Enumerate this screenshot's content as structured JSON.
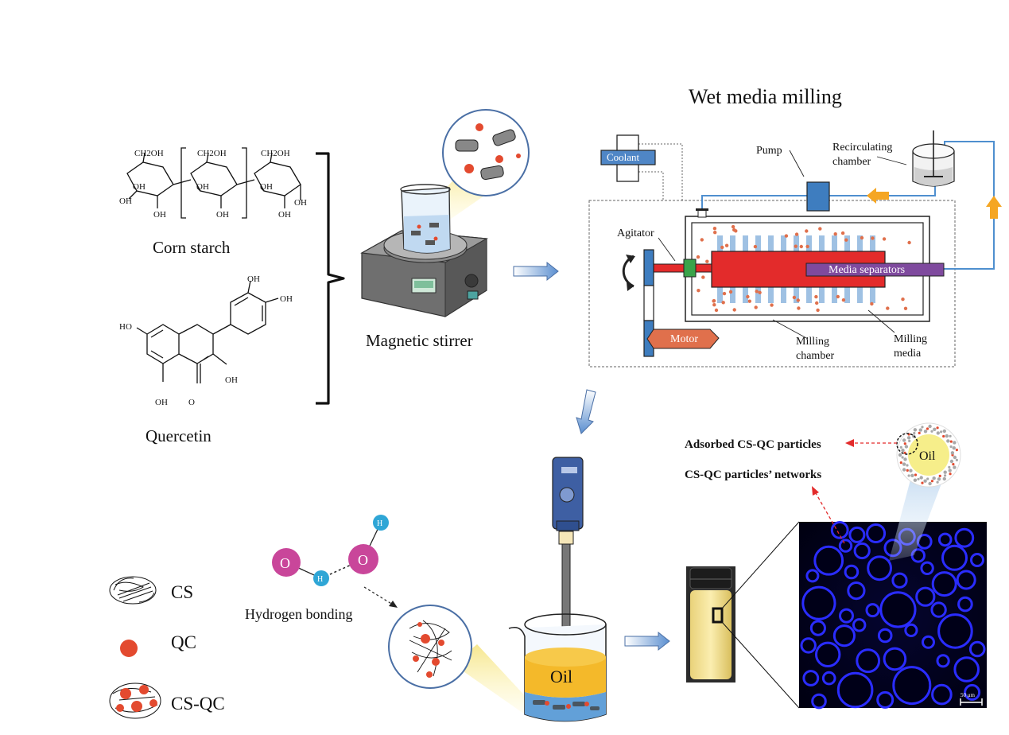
{
  "title": "Wet media milling",
  "molecules": {
    "corn_starch": {
      "label": "Corn starch",
      "groups": [
        "CH2OH",
        "CH2OH",
        "CH2OH",
        "OH",
        "OH",
        "OH",
        "OH",
        "OH",
        "OH",
        "OH",
        "OH"
      ]
    },
    "quercetin": {
      "label": "Quercetin",
      "groups": [
        "OH",
        "OH",
        "HO",
        "OH",
        "OH",
        "O"
      ]
    }
  },
  "stirrer_label": "Magnetic stirrer",
  "milling": {
    "coolant": "Coolant",
    "pump": "Pump",
    "recirc_line1": "Recirculating",
    "recirc_line2": "chamber",
    "agitator": "Agitator",
    "media_separators": "Media separators",
    "motor": "Motor",
    "chamber_line1": "Milling",
    "chamber_line2": "chamber",
    "media_line1": "Milling",
    "media_line2": "media"
  },
  "legend": {
    "cs": "CS",
    "qc": "QC",
    "csqc": "CS-QC"
  },
  "hbond": {
    "label": "Hydrogen bonding",
    "o1": "O",
    "o2": "O",
    "h1": "H",
    "h2": "H"
  },
  "emulsion": {
    "oil_beaker": "Oil",
    "oil_droplet": "Oil",
    "adsorbed": "Adsorbed CS-QC particles",
    "networks": "CS-QC particles’ networks",
    "scale": "50 μm"
  },
  "colors": {
    "milling_red": "#e32b2b",
    "separator_purple": "#7f4a9e",
    "pump_blue": "#3e7dbf",
    "coolant_blue": "#4f86c6",
    "arrow_orange": "#f5a623",
    "motor_orange": "#e0704c",
    "oil_yellow": "#f4b92a",
    "h_atom": "#2fa6d6",
    "o_atom": "#c9469a",
    "qc_red": "#e34a2f",
    "micro_bg": "#000014",
    "micro_net": "#2a2cff"
  }
}
